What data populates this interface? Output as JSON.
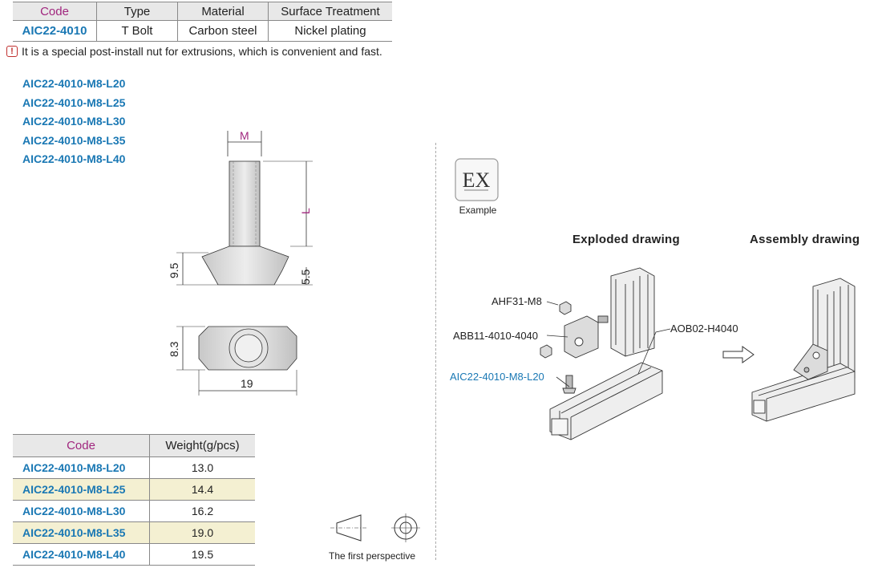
{
  "spec_table": {
    "headers": [
      "Code",
      "Type",
      "Material",
      "Surface Treatment"
    ],
    "row": [
      "AIC22-4010",
      "T Bolt",
      "Carbon steel",
      "Nickel plating"
    ]
  },
  "note": "It is a special post-install nut for extrusions, which is convenient and fast.",
  "codes": [
    "AIC22-4010-M8-L20",
    "AIC22-4010-M8-L25",
    "AIC22-4010-M8-L30",
    "AIC22-4010-M8-L35",
    "AIC22-4010-M8-L40"
  ],
  "drawing": {
    "m": "M",
    "l": "L",
    "d95": "9.5",
    "d55": "5.5",
    "d83": "8.3",
    "d19": "19"
  },
  "weight_table": {
    "headers": [
      "Code",
      "Weight(g/pcs)"
    ],
    "rows": [
      [
        "AIC22-4010-M8-L20",
        "13.0"
      ],
      [
        "AIC22-4010-M8-L25",
        "14.4"
      ],
      [
        "AIC22-4010-M8-L30",
        "16.2"
      ],
      [
        "AIC22-4010-M8-L35",
        "19.0"
      ],
      [
        "AIC22-4010-M8-L40",
        "19.5"
      ]
    ]
  },
  "perspective": "The first perspective",
  "example": {
    "badge": "EX",
    "label": "Example"
  },
  "exploded_title": "Exploded drawing",
  "assembly_title": "Assembly drawing",
  "parts": {
    "nut": "AHF31-M8",
    "bracket": "ABB11-4010-4040",
    "profile": "AOB02-H4040",
    "bolt": "AIC22-4010-M8-L20"
  },
  "colors": {
    "code_header": "#a0267e",
    "code_value": "#1a78b4",
    "alt_row": "#f4f0d2"
  }
}
